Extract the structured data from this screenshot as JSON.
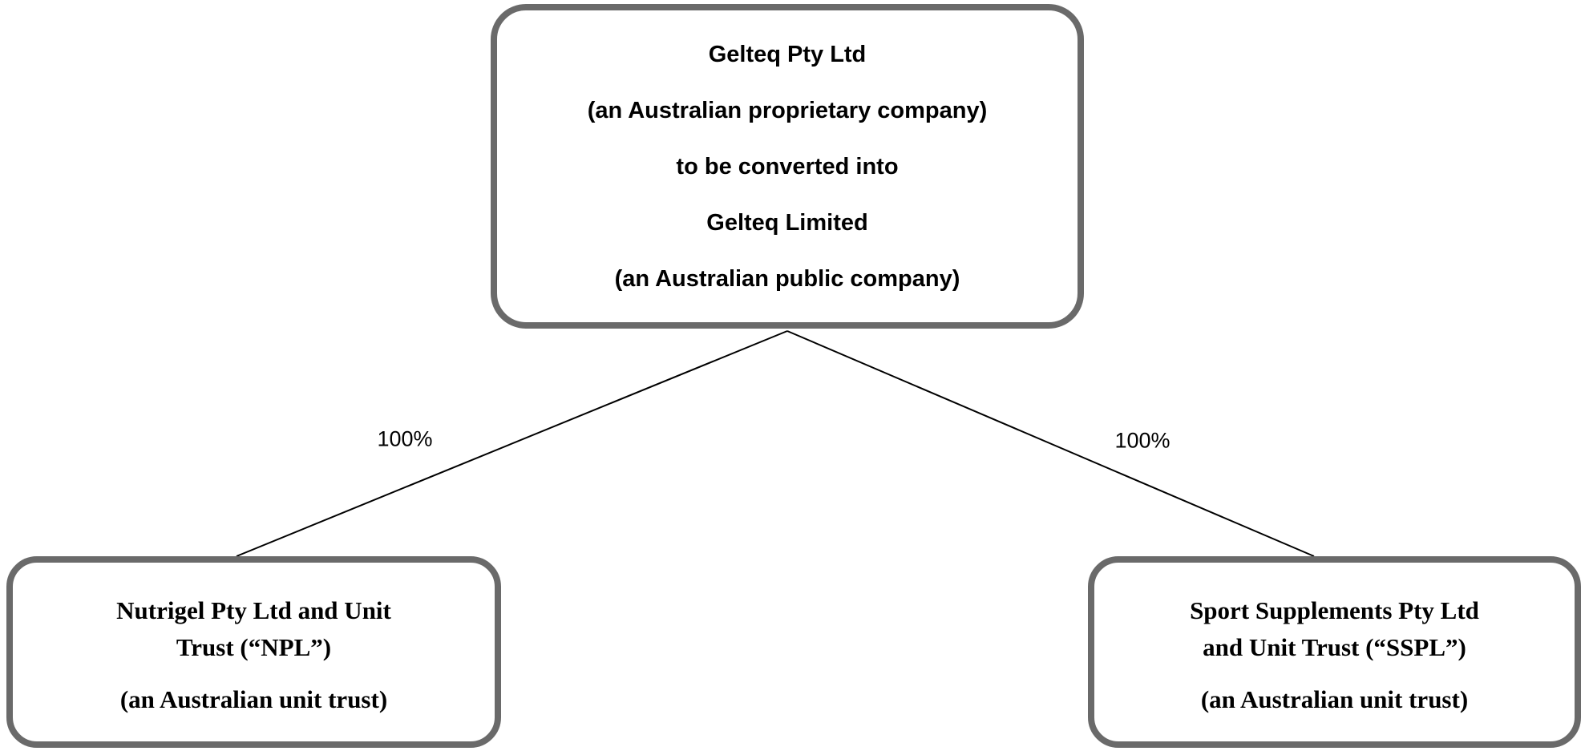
{
  "colors": {
    "box_border": "#6a6a6a",
    "connector_line": "#000000",
    "text": "#000000",
    "background": "#ffffff"
  },
  "parent_node": {
    "lines": [
      "Gelteq Pty Ltd",
      "(an Australian proprietary company)",
      "to be converted into",
      "Gelteq Limited",
      "(an Australian public company)"
    ]
  },
  "edges": [
    {
      "label": "100%"
    },
    {
      "label": "100%"
    }
  ],
  "child_nodes": [
    {
      "name": "Nutrigel Pty Ltd and Unit\nTrust (“NPL”)",
      "subtitle": "(an Australian unit trust)"
    },
    {
      "name": "Sport Supplements Pty Ltd\nand Unit Trust (“SSPL”)",
      "subtitle": "(an Australian unit trust)"
    }
  ]
}
